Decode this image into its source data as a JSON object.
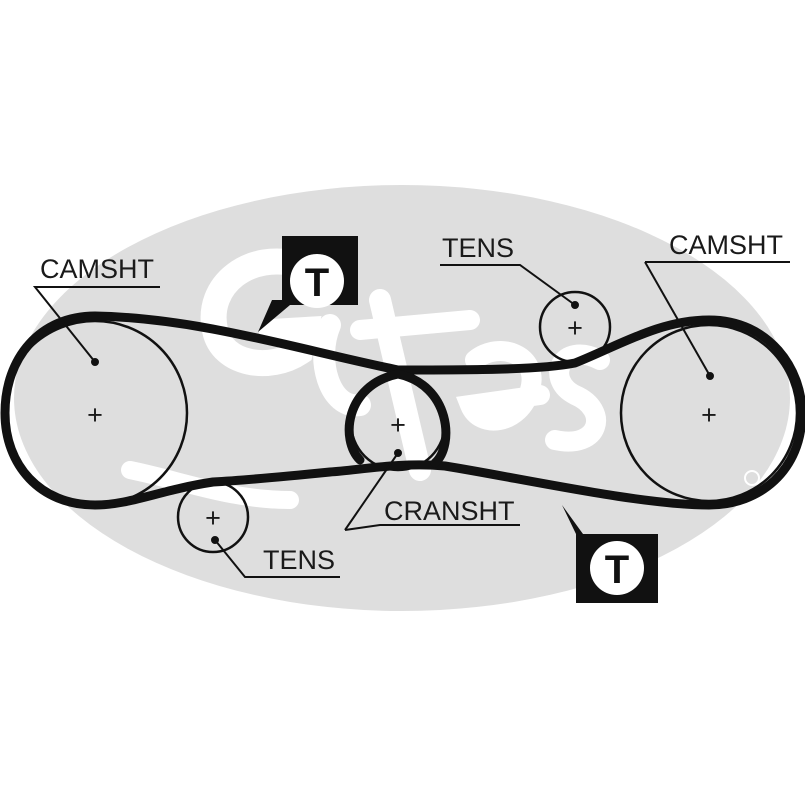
{
  "labels": {
    "camshaft_left": "CAMSHT",
    "camshaft_right": "CAMSHT",
    "tensioner_top": "TENS",
    "tensioner_bottom": "TENS",
    "crankshaft": "CRANSHT"
  },
  "markers": {
    "tension_top": "T",
    "tension_bottom": "T"
  },
  "pulley_center_mark": "+",
  "colors": {
    "ink": "#111111",
    "watermark": "#dedede"
  },
  "watermark": {
    "brand": "Gates"
  }
}
